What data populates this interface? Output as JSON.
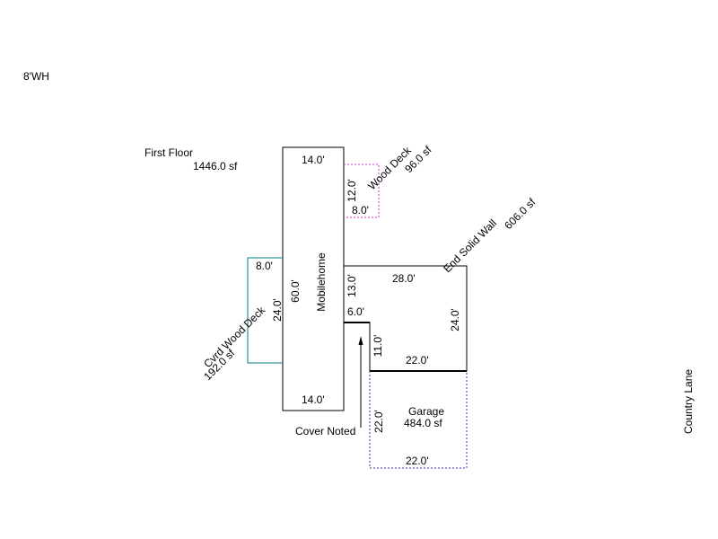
{
  "labels": {
    "water_heater": "8'WH",
    "first_floor_name": "First Floor",
    "first_floor_area": "1446.0 sf",
    "street": "Country Lane",
    "cover_noted": "Cover Noted"
  },
  "mobilehome": {
    "name": "Mobilehome",
    "dim_top": "14.0'",
    "dim_bottom": "14.0'",
    "dim_side": "60.0'"
  },
  "wood_deck": {
    "name": "Wood Deck",
    "area": "96.0 sf",
    "dim_side": "12.0'",
    "dim_bottom": "8.0'"
  },
  "covered_deck": {
    "name": "Cvrd Wood Deck",
    "area": "192.0 sf",
    "dim_top": "8.0'",
    "dim_side": "24.0'"
  },
  "end_wall": {
    "name": "End Solid Wall",
    "area": "606.0 sf",
    "dim_top": "28.0'",
    "dim_left": "13.0'",
    "dim_step": "6.0'",
    "dim_right": "24.0'",
    "dim_inner": "11.0'",
    "dim_bottom": "22.0'"
  },
  "garage": {
    "name": "Garage",
    "area": "484.0 sf",
    "dim_side": "22.0'",
    "dim_bottom": "22.0'"
  },
  "colors": {
    "line": "#000000",
    "wood_deck": "#cc33cc",
    "covered_deck": "#008080",
    "garage": "#3333aa"
  }
}
